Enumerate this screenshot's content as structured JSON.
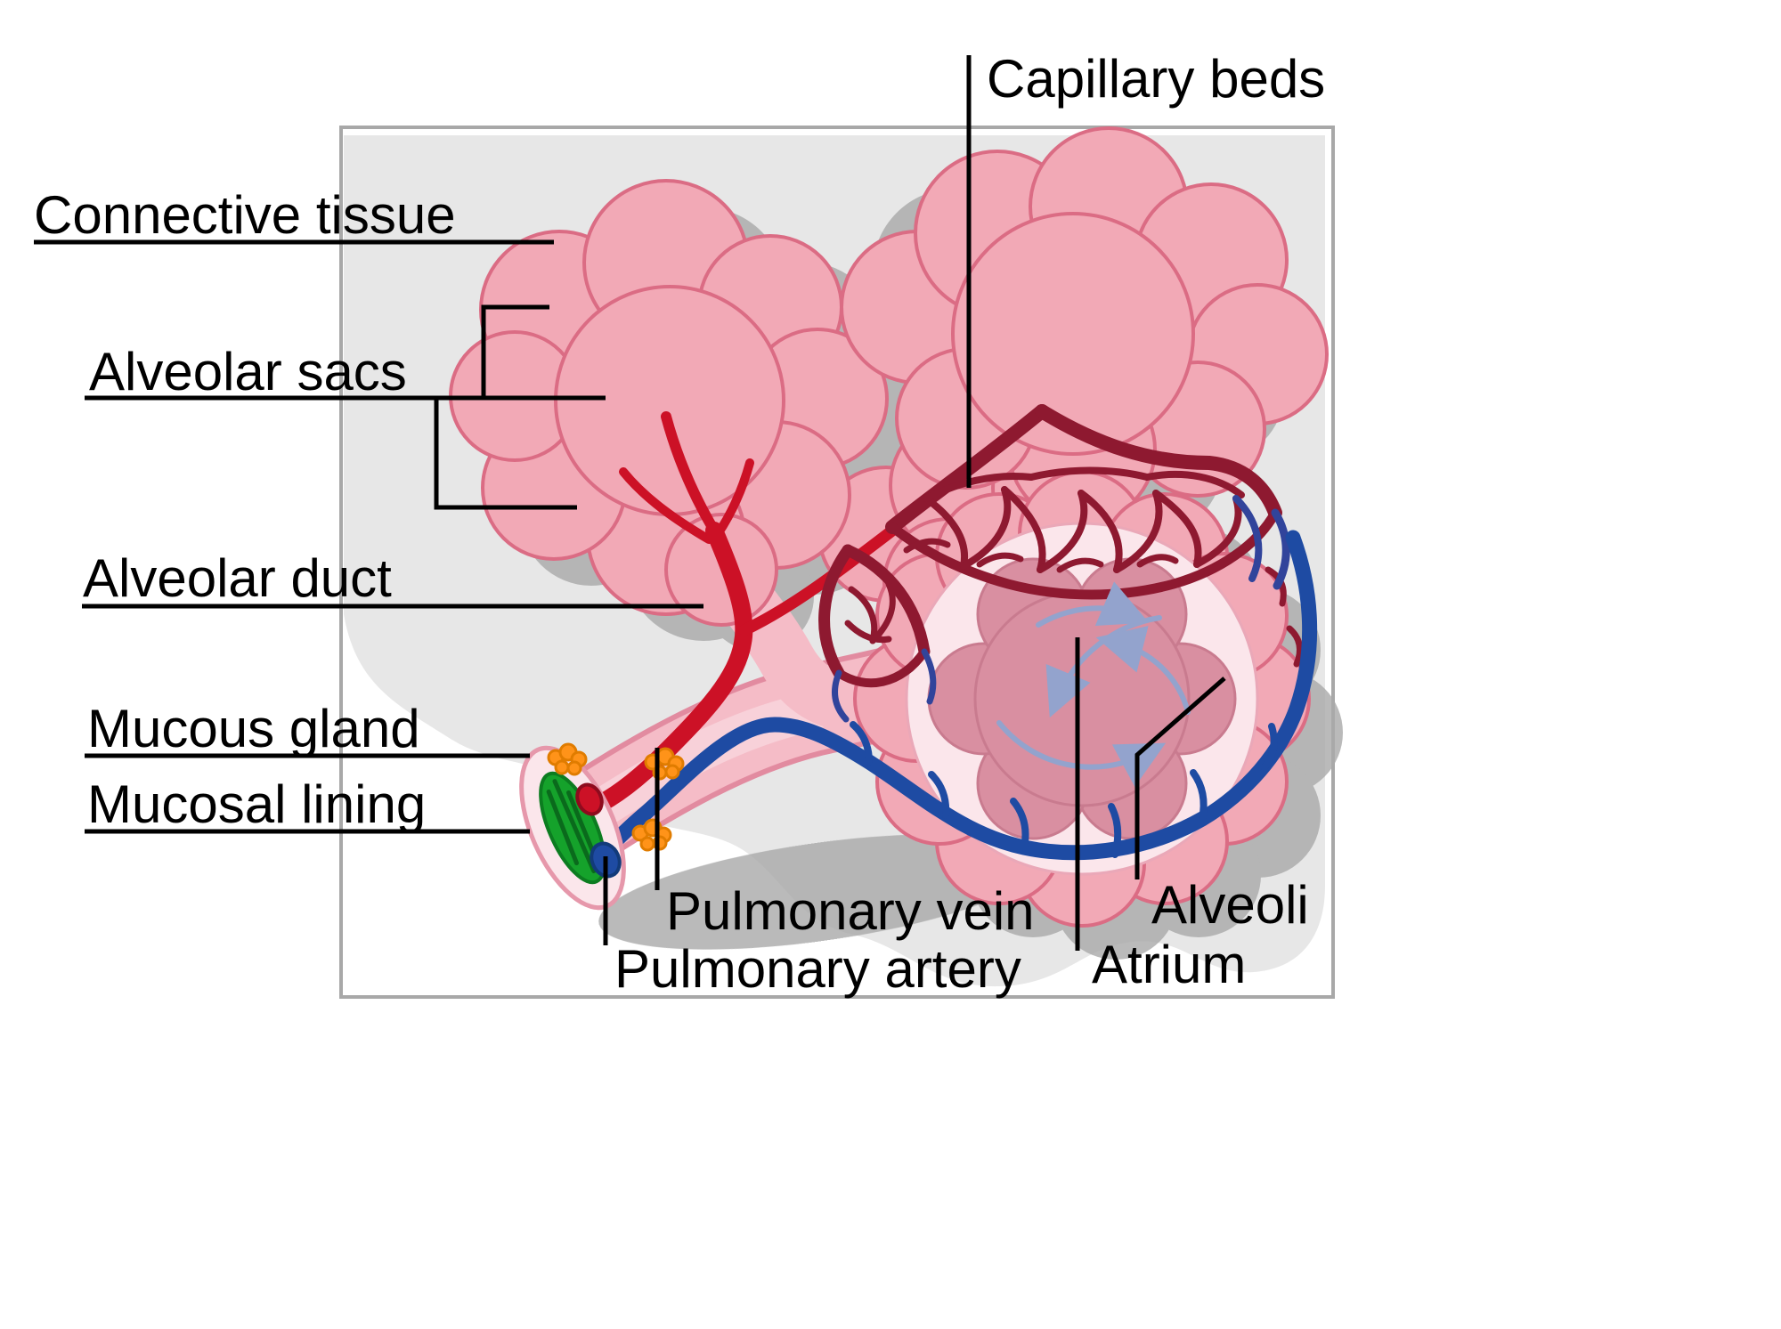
{
  "figure": {
    "type": "anatomical-diagram",
    "subject": "Pulmonary alveolus, alveolar sacs and capillary beds",
    "labels": {
      "capillary_beds": "Capillary beds",
      "connective_tissue": "Connective tissue",
      "alveolar_sacs": "Alveolar sacs",
      "alveolar_duct": "Alveolar duct",
      "mucous_gland": "Mucous gland",
      "mucosal_lining": "Mucosal lining",
      "pulmonary_vein": "Pulmonary vein",
      "pulmonary_artery": "Pulmonary artery",
      "alveoli": "Alveoli",
      "atrium": "Atrium"
    },
    "colors": {
      "background_gray": "#e7e7e7",
      "frame_border": "#a8a8a8",
      "shadow_gray": "#a9a9a9",
      "sac_pink": "#f2a9b6",
      "sac_outline": "#db6c84",
      "duct_tube_pink": "#f5bcc7",
      "tube_edge_pink": "#e28ba0",
      "tube_highlight": "#f9d6dd",
      "tube_rim": "#fbe6eb",
      "vein_red": "#cc1126",
      "artery_blue": "#1e4ba3",
      "capillary_dark_red": "#8e1930",
      "capillary_blue": "#31449b",
      "atrium_inner_pink": "#d98fa1",
      "atrium_inner_stroke": "#c97b8f",
      "arrow_slate": "#93a3cd",
      "mucosa_green": "#15a22b",
      "mucosa_green_dark": "#0a6a1c",
      "gland_orange": "#ff9319",
      "leader_line": "#000000"
    }
  }
}
